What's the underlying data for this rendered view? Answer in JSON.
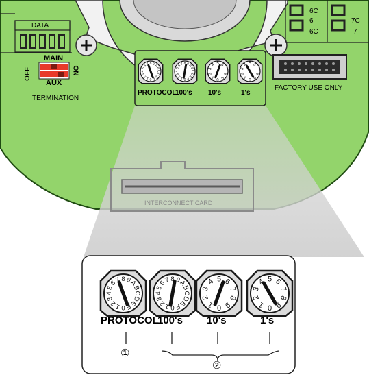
{
  "board": {
    "data_label": "DATA",
    "main_label": "MAIN",
    "aux_label": "AUX",
    "off_label": "OFF",
    "on_label": "ON",
    "termination_label": "TERMINATION",
    "factory_label": "FACTORY USE ONLY",
    "interconnect_label": "INTERCONNECT CARD",
    "connector_labels": [
      "6C",
      "6",
      "6C",
      "7C",
      "7"
    ],
    "colors": {
      "board": "#93d46b",
      "board_edge": "#1f4b12",
      "switch_red": "#e8392a",
      "plate": "#ebebeb"
    }
  },
  "switches": [
    {
      "label": "PROTOCOL",
      "digits": [
        "0",
        "1",
        "2",
        "3",
        "4",
        "5",
        "6",
        "7",
        "8",
        "9",
        "A",
        "B",
        "C",
        "D",
        "E",
        "F"
      ]
    },
    {
      "label": "100's",
      "digits": [
        "0",
        "1",
        "2",
        "3",
        "4",
        "5",
        "6",
        "7",
        "8",
        "9",
        "A",
        "B",
        "C",
        "D",
        "E",
        "F"
      ]
    },
    {
      "label": "10's",
      "digits": [
        "0",
        "1",
        "2",
        "3",
        "4",
        "5",
        "6",
        "7",
        "8",
        "9"
      ]
    },
    {
      "label": "1's",
      "digits": [
        "0",
        "1",
        "2",
        "3",
        "4",
        "5",
        "6",
        "7",
        "8",
        "9"
      ]
    }
  ],
  "callouts": [
    "①",
    "②"
  ]
}
